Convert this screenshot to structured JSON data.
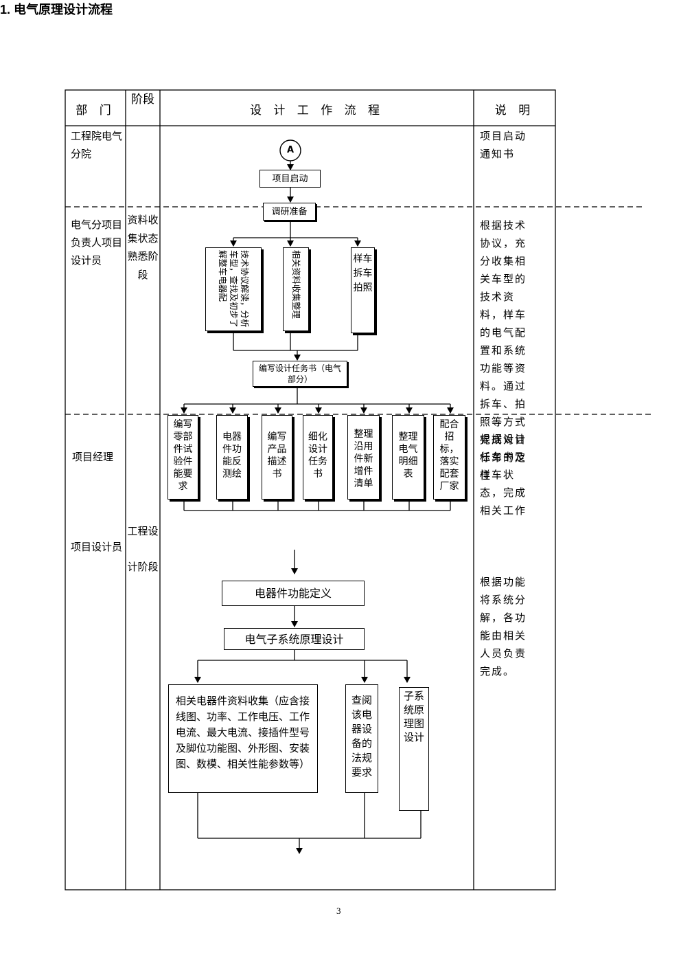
{
  "heading": "1.  电气原理设计流程",
  "table_header": {
    "dept": "部 门",
    "stage": "阶段",
    "flow": "设 计 工 作 流 程",
    "note": "说 明"
  },
  "rows": {
    "r1": {
      "dept": "工程院电气分院",
      "stage": "",
      "note": "项目启动通知书"
    },
    "r2": {
      "dept": "电气分项目负责人项目设计员",
      "stage": "资料收集状态熟悉阶段",
      "note": "根据技术协议，充分收集相关车型的技术资料，样车的电气配置和系统功能等资料。通过拆车、拍照等方式完成对目标车的定位"
    },
    "r3": {
      "dept_a": "项目经理",
      "dept_b": "项目设计员",
      "stage": "工程设计阶段",
      "note_a": "根据设计任务书及样车状态，完成相关工作",
      "note_b": "根据功能将系统分解，各功能由相关人员负责完成。"
    }
  },
  "flow": {
    "connector": "A",
    "start": "项目启动",
    "research": "调研准备",
    "tech": "技术协议解读，分析车型，查找及初步了解整车电器配",
    "related": "相关资料收集整理",
    "sample": "样车拆车拍照",
    "task_book": "编写设计任务书（电气部分）",
    "tasks": [
      "编写零部件试验件能要求",
      "电器件功能反测绘",
      "编写产品描述书",
      "细化设计任务书",
      "整理沿用件新增件清单",
      "整理电气明细表",
      "配合招标，落实配套厂家"
    ],
    "func_def": "电器件功能定义",
    "subsys": "电气子系统原理设计",
    "collect": "相关电器件资料收集（应含接线图、功率、工作电压、工作电流、最大电流、接插件型号及脚位功能图、外形图、安装图、数模、相关性能参数等）",
    "regs": "查阅该电器设备的法规要求",
    "schematic": "子系统原理图设计"
  },
  "page_number": "3"
}
